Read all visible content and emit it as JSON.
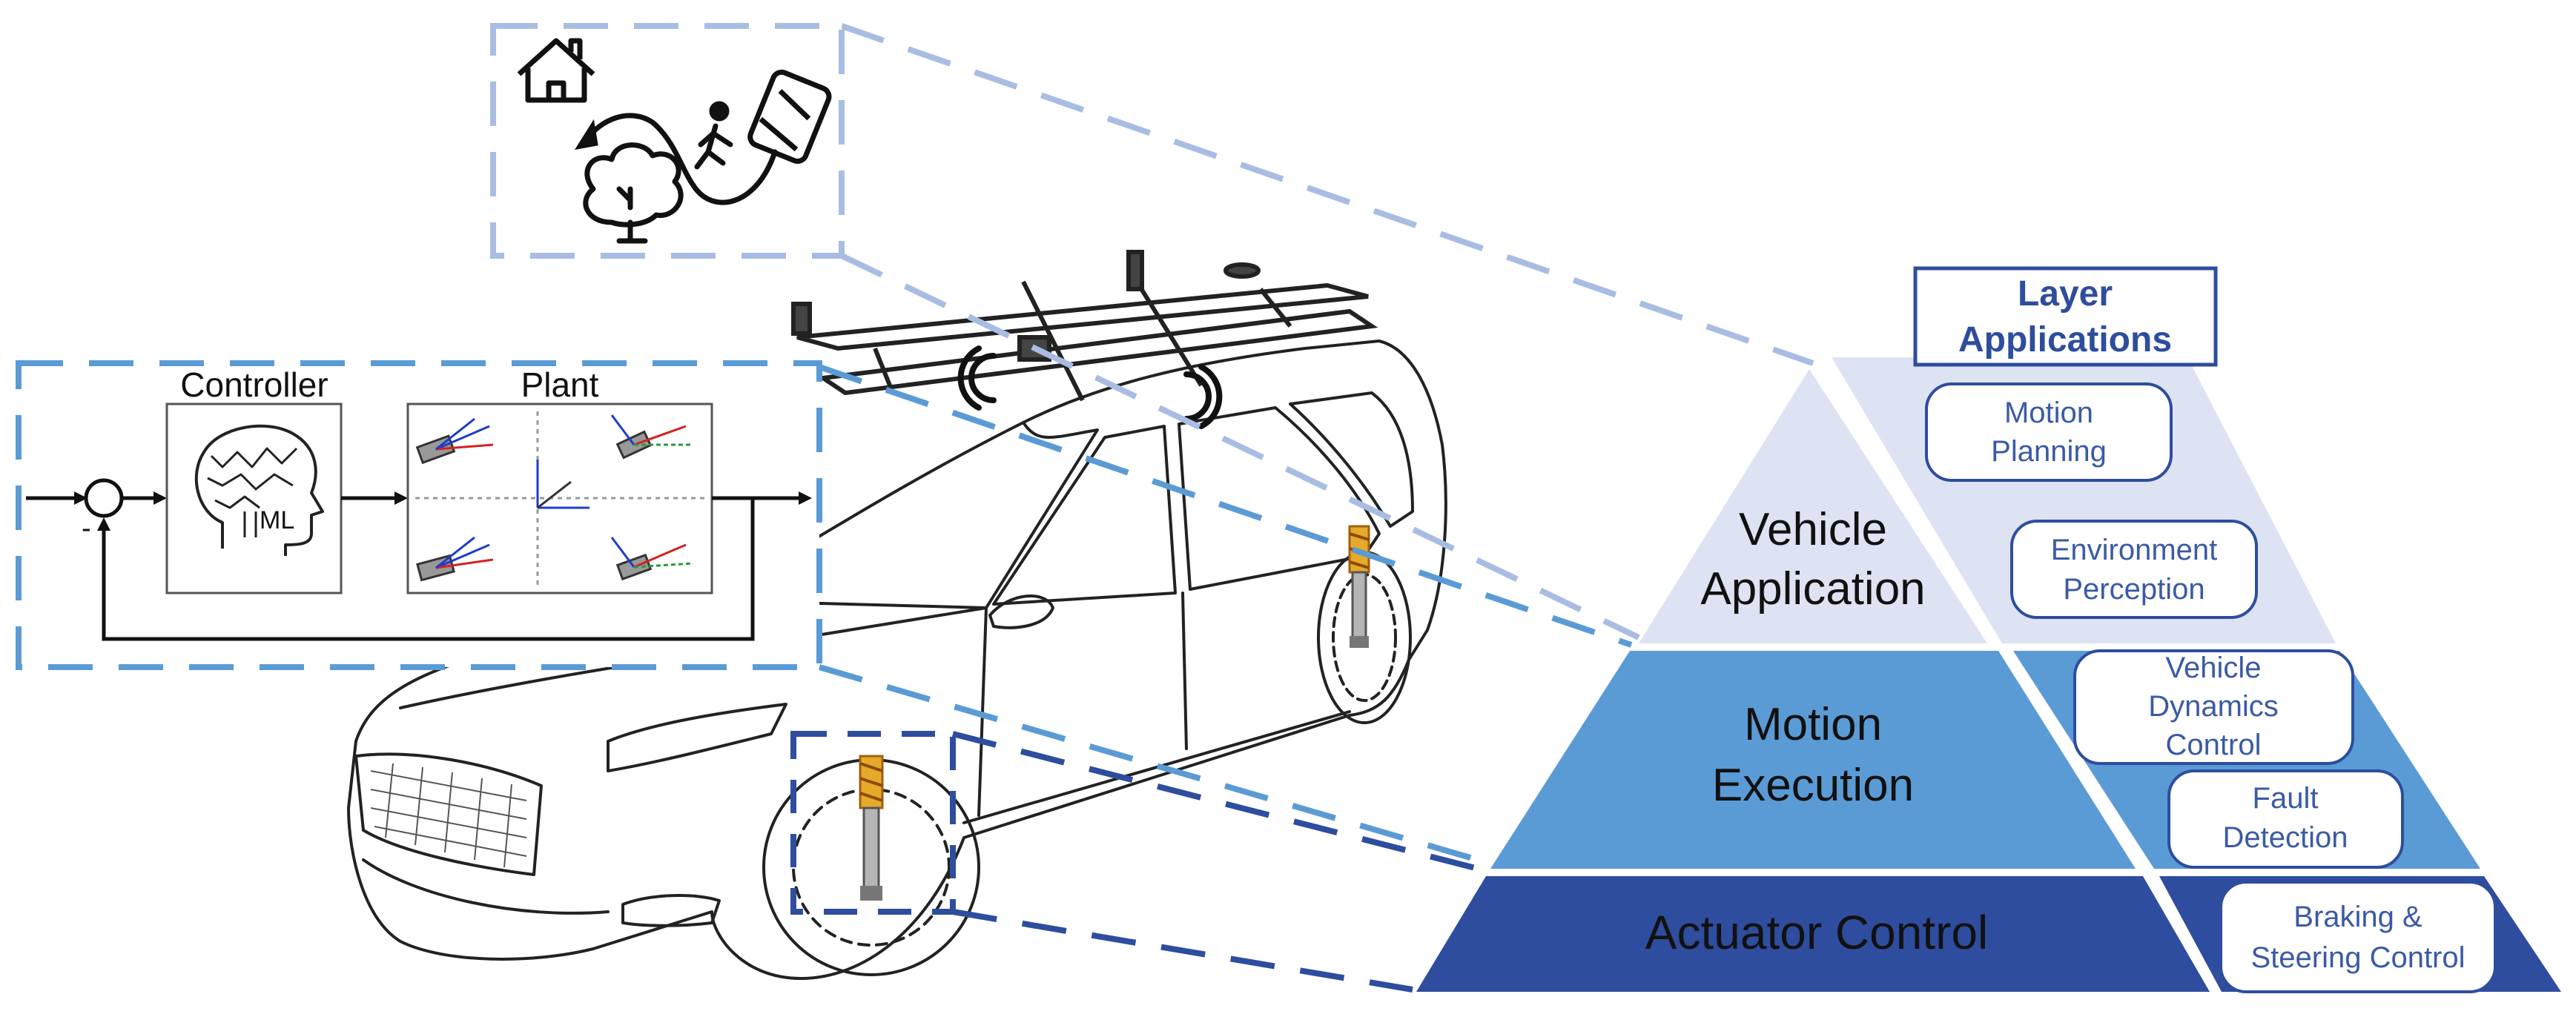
{
  "diagram": {
    "block_diagram": {
      "controller_label": "Controller",
      "plant_label": "Plant",
      "ml_label": "ML",
      "minus_sign": "-"
    },
    "pyramid": {
      "levels": [
        {
          "label_line1": "Vehicle",
          "label_line2": "Application",
          "color": "#dde3f3"
        },
        {
          "label_line1": "Motion",
          "label_line2": "Execution",
          "color": "#5b9bd5"
        },
        {
          "label": "Actuator Control",
          "color": "#2e4d9e"
        }
      ],
      "applications_header": {
        "line1": "Layer",
        "line2": "Applications"
      },
      "applications": [
        {
          "line1": "Motion",
          "line2": "Planning"
        },
        {
          "line1": "Environment",
          "line2": "Perception"
        },
        {
          "line1": "Vehicle",
          "line2": "Dynamics",
          "line3": "Control"
        },
        {
          "line1": "Fault",
          "line2": "Detection"
        },
        {
          "line1": "Braking &",
          "line2": "Steering Control"
        }
      ]
    },
    "colors": {
      "light_dash": "#a9bde3",
      "mid_dash": "#5b9bd5",
      "dark_dash": "#2e4d9e",
      "pill_border": "#2e4d9e",
      "pill_text": "#3b5aa6"
    },
    "icons": [
      "house-icon",
      "tree-icon",
      "pedestrian-icon",
      "car-topview-icon",
      "radar-wave-icon",
      "brain-icon",
      "shock-absorber-icon"
    ]
  }
}
